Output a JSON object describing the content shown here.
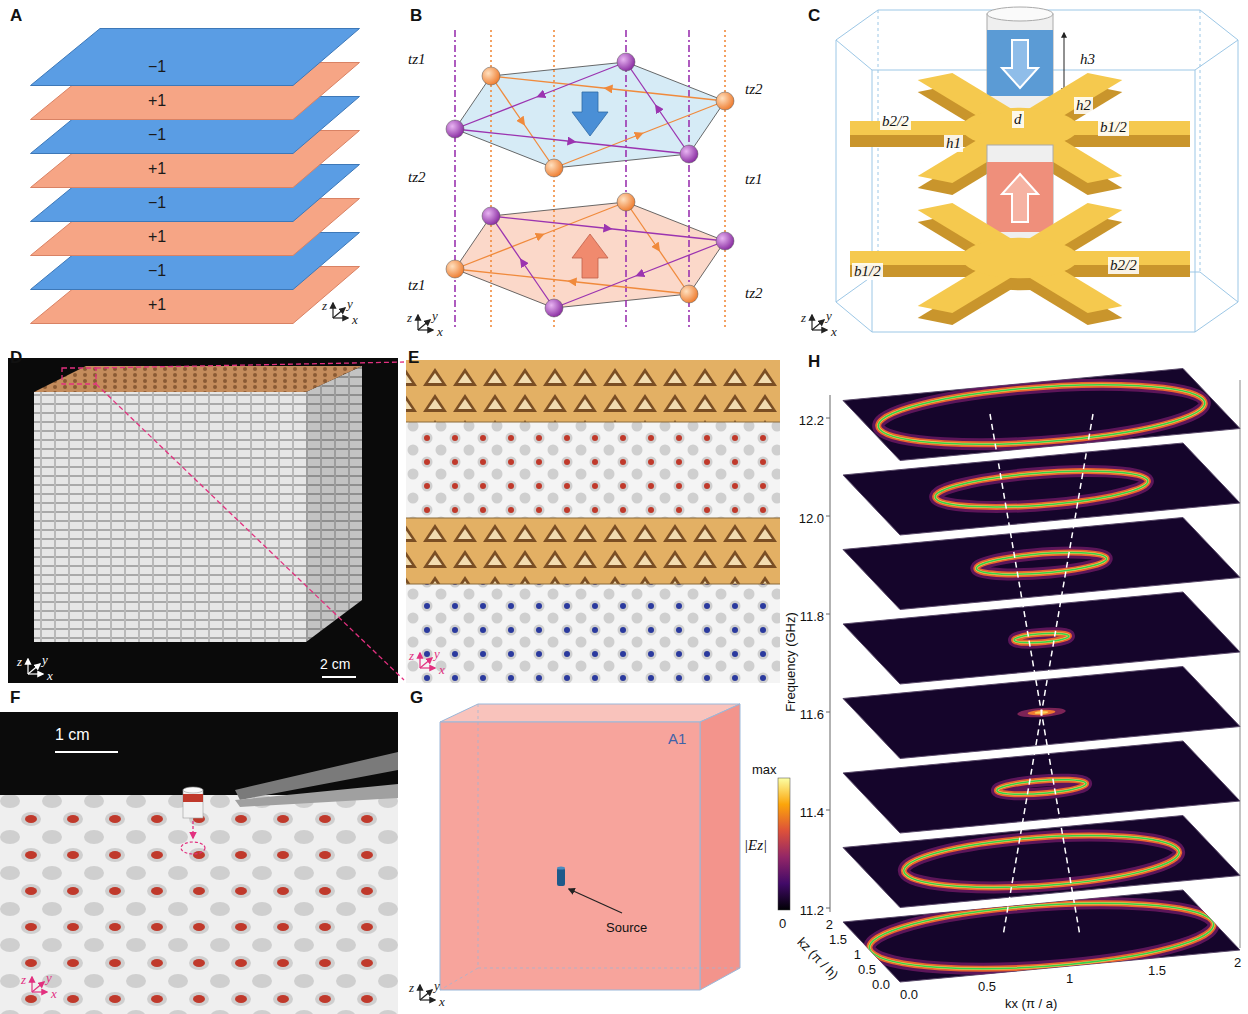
{
  "diagram": {
    "nodes": [
      {
        "text": [
          "−1"
        ]
      },
      {
        "text": [
          "+1"
        ]
      },
      {
        "text": [
          "−1"
        ]
      },
      {
        "text": [
          "+1"
        ]
      },
      {
        "text": [
          "−1"
        ]
      },
      {
        "text": [
          "+1"
        ]
      },
      {
        "text": [
          "−1"
        ]
      },
      {
        "text": [
          "+1"
        ]
      }
    ],
    "labels": [
      "A",
      "B",
      "C",
      "D",
      "E",
      "F",
      "G",
      "H",
      "z",
      "y",
      "x",
      "tz1",
      "tz2",
      "tz2",
      "tz1",
      "tz1",
      "tz2",
      "z",
      "y",
      "x",
      "h3",
      "h2",
      "d",
      "b2/2",
      "h1",
      "b1/2",
      "b1/2",
      "b2/2",
      "z",
      "y",
      "x",
      "2 cm",
      "z",
      "y",
      "x",
      "z",
      "y",
      "x",
      "1 cm",
      "z",
      "y",
      "x",
      "A1",
      "Source",
      "z",
      "y",
      "x",
      "12.2",
      "12.0",
      "11.8",
      "11.6",
      "11.4",
      "11.2",
      "Frequency (GHz)",
      "max",
      "|Ez|",
      "0",
      "2",
      "1.5",
      "1",
      "0.5",
      "0.0",
      "0.0",
      "0.5",
      "1",
      "1.5",
      "2",
      "kz (π / h)",
      "kx (π / a)"
    ]
  }
}
